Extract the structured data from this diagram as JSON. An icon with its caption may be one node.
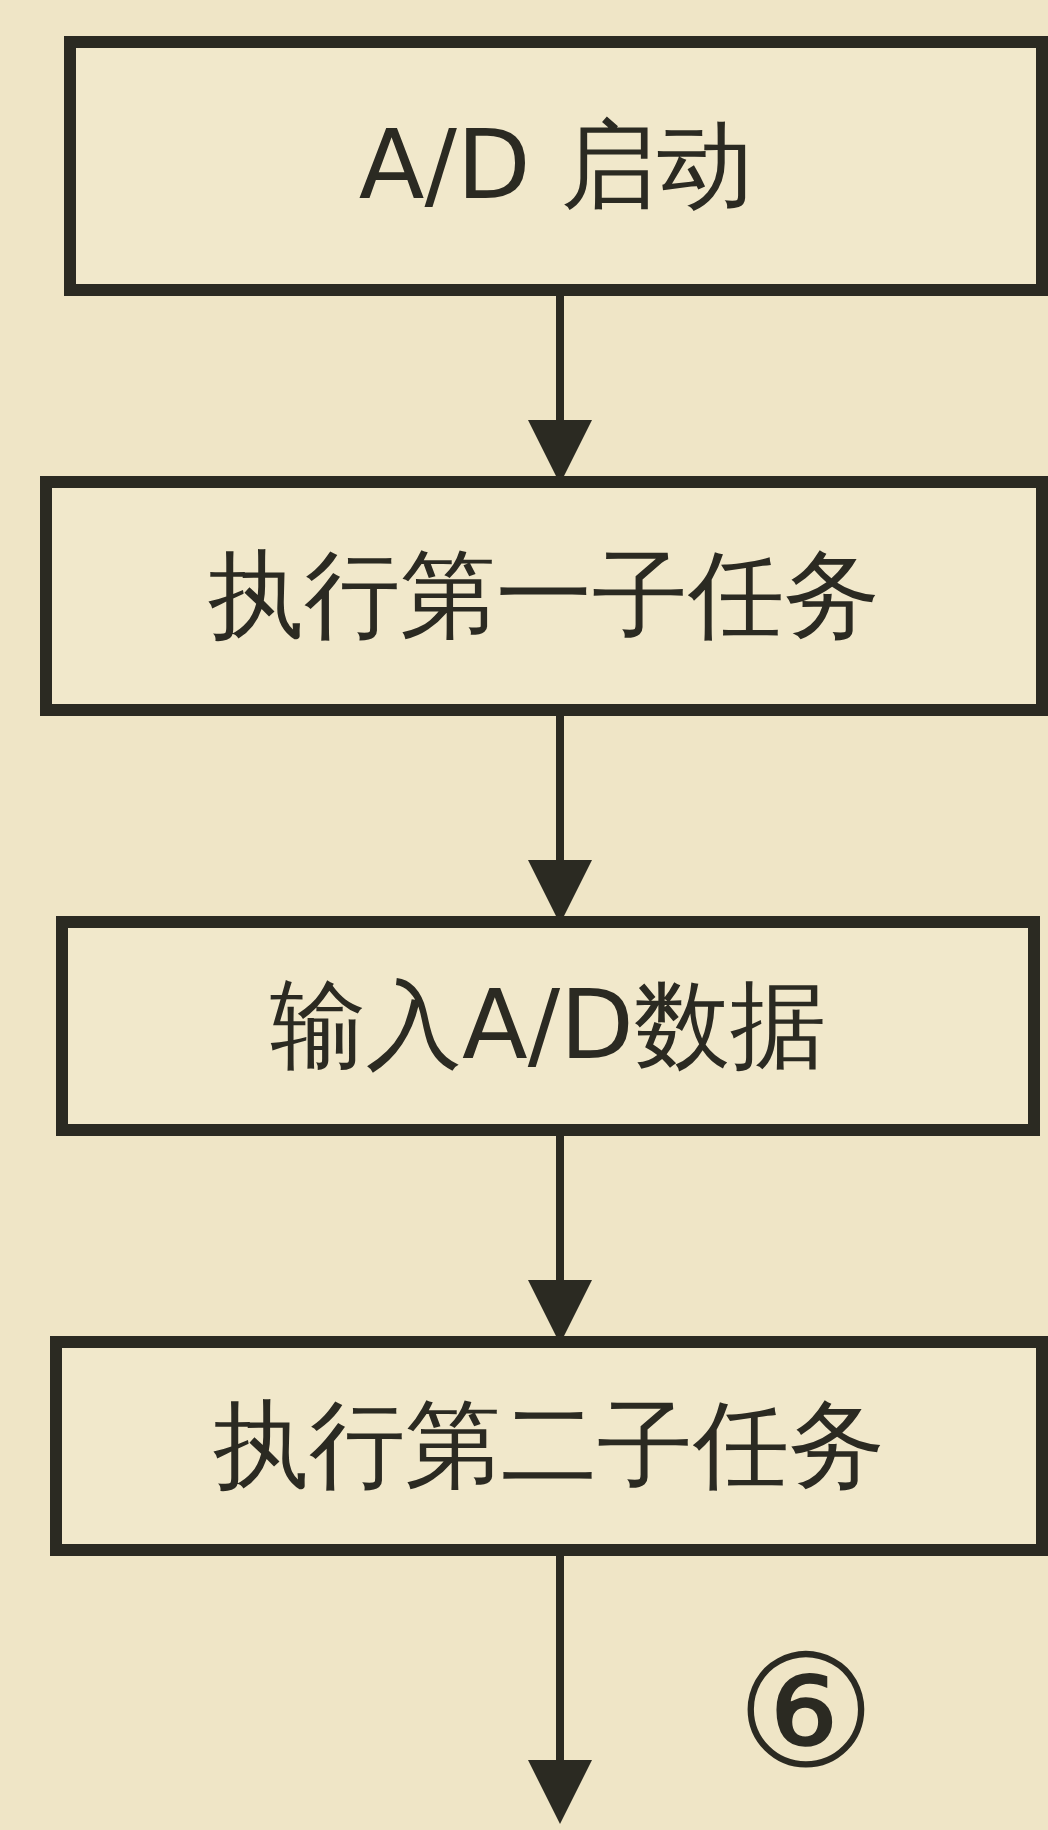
{
  "diagram": {
    "nodes": [
      {
        "text": [
          "A/D 启动"
        ]
      },
      {
        "text": [
          "执行第一子任务"
        ]
      },
      {
        "text": [
          "输入A/D数据"
        ]
      },
      {
        "text": [
          "执行第二子任务"
        ]
      }
    ],
    "edges": [
      {
        "from": 0,
        "to": 1,
        "arrow": "to"
      },
      {
        "from": 1,
        "to": 2,
        "arrow": "to"
      },
      {
        "from": 2,
        "to": 3,
        "arrow": "to"
      },
      {
        "from": 3,
        "to": null,
        "arrow": "to"
      }
    ],
    "labels": [
      "⑥"
    ]
  }
}
